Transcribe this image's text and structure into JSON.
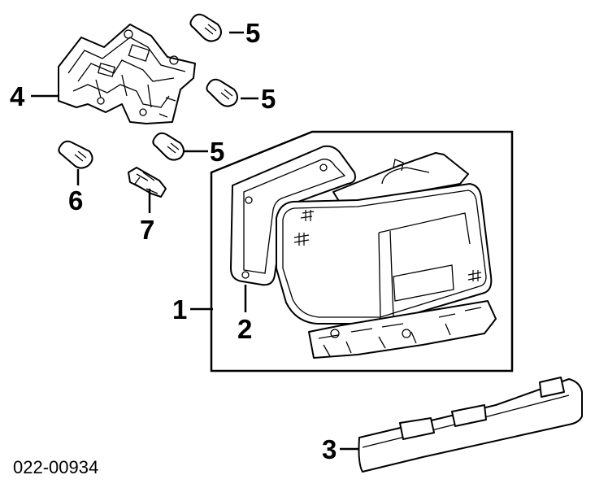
{
  "callouts": {
    "c1": "1",
    "c2": "2",
    "c3": "3",
    "c4": "4",
    "c5a": "5",
    "c5b": "5",
    "c5c": "5",
    "c6": "6",
    "c7": "7"
  },
  "diagram_code": "022-00934"
}
